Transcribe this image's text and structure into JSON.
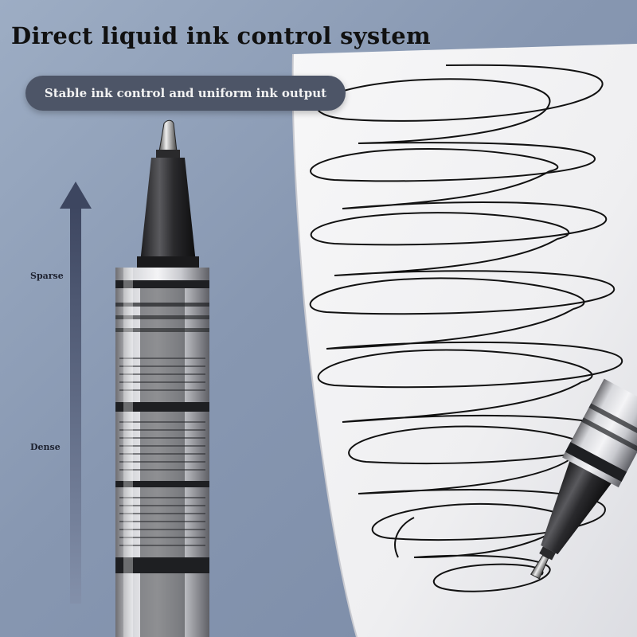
{
  "headline": "Direct liquid ink control system",
  "subtitle_pill": "Stable ink control and uniform ink output",
  "density_scale": {
    "top_label": "Sparse",
    "bottom_label": "Dense",
    "arrow_direction": "up"
  },
  "colors": {
    "background": "#8b9cb6",
    "pill_background": "#4d5567",
    "ink": "#111111",
    "paper": "#f3f3f3"
  }
}
